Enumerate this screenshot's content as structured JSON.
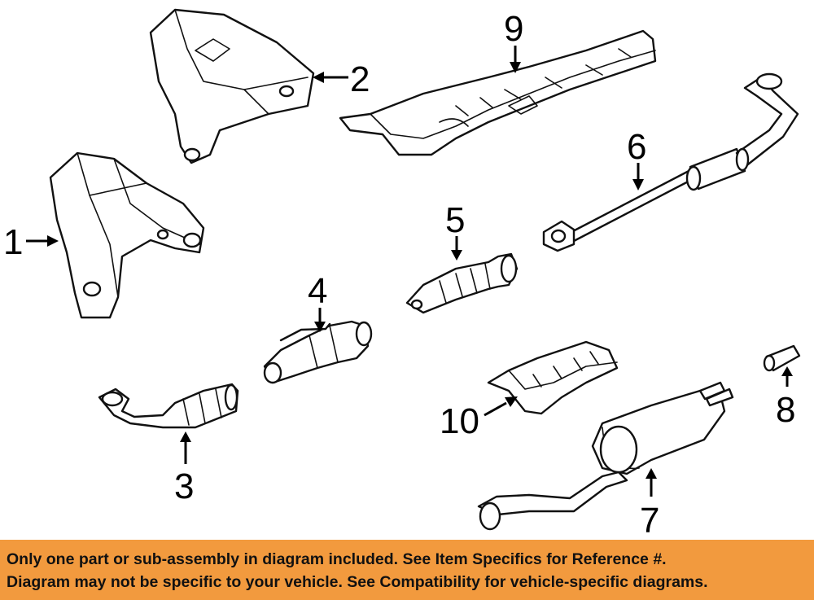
{
  "callouts": [
    {
      "num": "1",
      "part": "exhaust-manifold"
    },
    {
      "num": "2",
      "part": "manifold-heat-shield"
    },
    {
      "num": "3",
      "part": "front-pipe-converter"
    },
    {
      "num": "4",
      "part": "catalytic-converter"
    },
    {
      "num": "5",
      "part": "catalytic-converter-rear"
    },
    {
      "num": "6",
      "part": "intermediate-pipe-resonator"
    },
    {
      "num": "7",
      "part": "muffler-tailpipe"
    },
    {
      "num": "8",
      "part": "tailpipe-extension"
    },
    {
      "num": "9",
      "part": "underbody-heat-shield"
    },
    {
      "num": "10",
      "part": "muffler-heat-shield"
    }
  ],
  "banner": {
    "line1": "Only one part or sub-assembly in diagram included. See Item Specifics for Reference #.",
    "line2": "Diagram may not be specific to your vehicle. See Compatibility for vehicle-specific diagrams."
  },
  "colors": {
    "banner_bg": "#f29a3e",
    "ink": "#111111"
  }
}
